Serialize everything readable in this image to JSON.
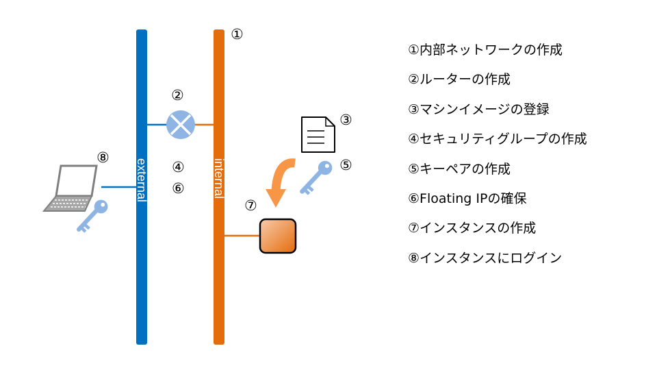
{
  "diagram": {
    "networks": {
      "external": {
        "label": "external",
        "color": "#0070C0"
      },
      "internal": {
        "label": "internal",
        "color": "#E46C0A"
      }
    },
    "callouts": {
      "network": "①",
      "router": "②",
      "image": "③",
      "secgroup": "④",
      "keypair": "⑤",
      "floatingip": "⑥",
      "instance": "⑦",
      "login": "⑧"
    },
    "icons": {
      "router": "router-icon",
      "image": "document-icon",
      "key": "key-icon",
      "laptop": "laptop-icon",
      "instance": "instance-icon",
      "arrow": "curved-arrow-icon"
    },
    "colors": {
      "router": "#8EB4E3",
      "key": "#8EB4E3",
      "arrow": "#F79646",
      "instance_fill": "#F4B183"
    }
  },
  "steps": [
    "①内部ネットワークの作成",
    "②ルーターの作成",
    "③マシンイメージの登録",
    "④セキュリティグループの作成",
    "⑤キーペアの作成",
    "⑥Floating IPの確保",
    "⑦インスタンスの作成",
    "⑧インスタンスにログイン"
  ]
}
